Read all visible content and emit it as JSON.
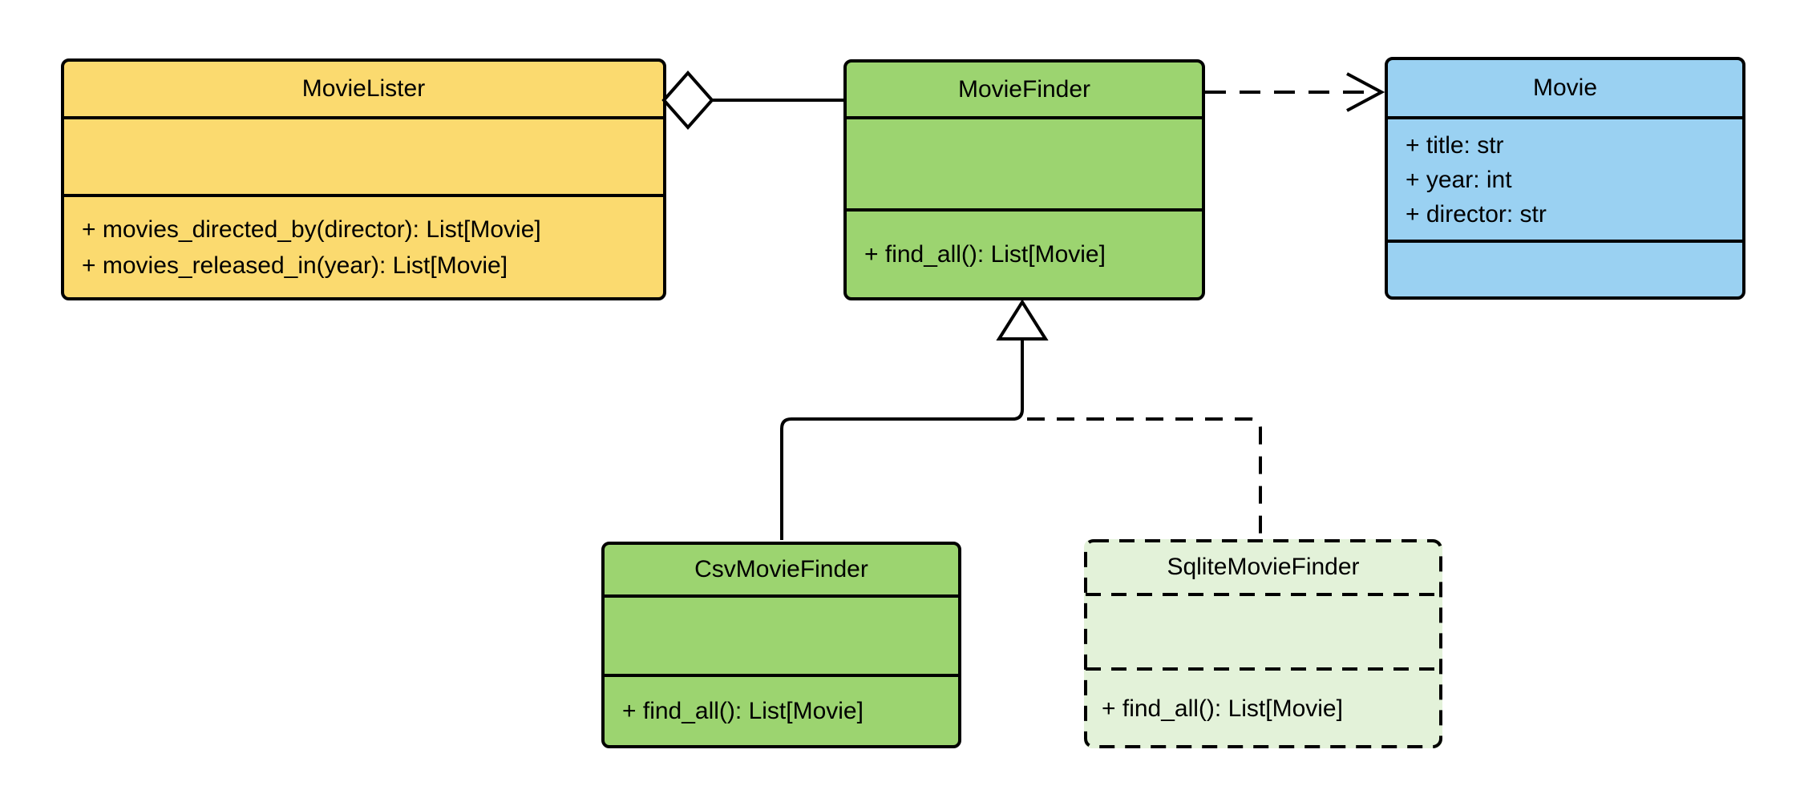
{
  "diagram": {
    "type": "uml-class-diagram",
    "background_color": "#ffffff",
    "line_color": "#000000",
    "classes": [
      {
        "name": "MovieLister",
        "fill": "#FBDA6F",
        "border_style": "solid",
        "attributes": [],
        "methods": [
          "+ movies_directed_by(director): List[Movie]",
          "+ movies_released_in(year): List[Movie]"
        ]
      },
      {
        "name": "MovieFinder",
        "fill": "#9CD470",
        "border_style": "solid",
        "attributes": [],
        "methods": [
          "+ find_all(): List[Movie]"
        ]
      },
      {
        "name": "Movie",
        "fill": "#9AD1F2",
        "border_style": "solid",
        "attributes": [
          "+ title: str",
          "+ year: int",
          "+ director: str"
        ],
        "methods": []
      },
      {
        "name": "CsvMovieFinder",
        "fill": "#9CD470",
        "border_style": "solid",
        "attributes": [],
        "methods": [
          "+ find_all(): List[Movie]"
        ]
      },
      {
        "name": "SqliteMovieFinder",
        "fill": "#E3F2D9",
        "border_style": "dashed",
        "attributes": [],
        "methods": [
          "+ find_all(): List[Movie]"
        ]
      }
    ],
    "relationships": [
      {
        "type": "aggregation",
        "from": "MovieLister",
        "to": "MovieFinder",
        "line": "solid",
        "marker": "hollow-diamond at MovieLister"
      },
      {
        "type": "dependency",
        "from": "MovieFinder",
        "to": "Movie",
        "line": "dashed",
        "marker": "open-arrow at Movie"
      },
      {
        "type": "generalization",
        "from": "CsvMovieFinder",
        "to": "MovieFinder",
        "line": "solid",
        "marker": "hollow-triangle at MovieFinder"
      },
      {
        "type": "generalization",
        "from": "SqliteMovieFinder",
        "to": "MovieFinder",
        "line": "dashed",
        "marker": "joins hollow-triangle branch at MovieFinder"
      }
    ]
  }
}
